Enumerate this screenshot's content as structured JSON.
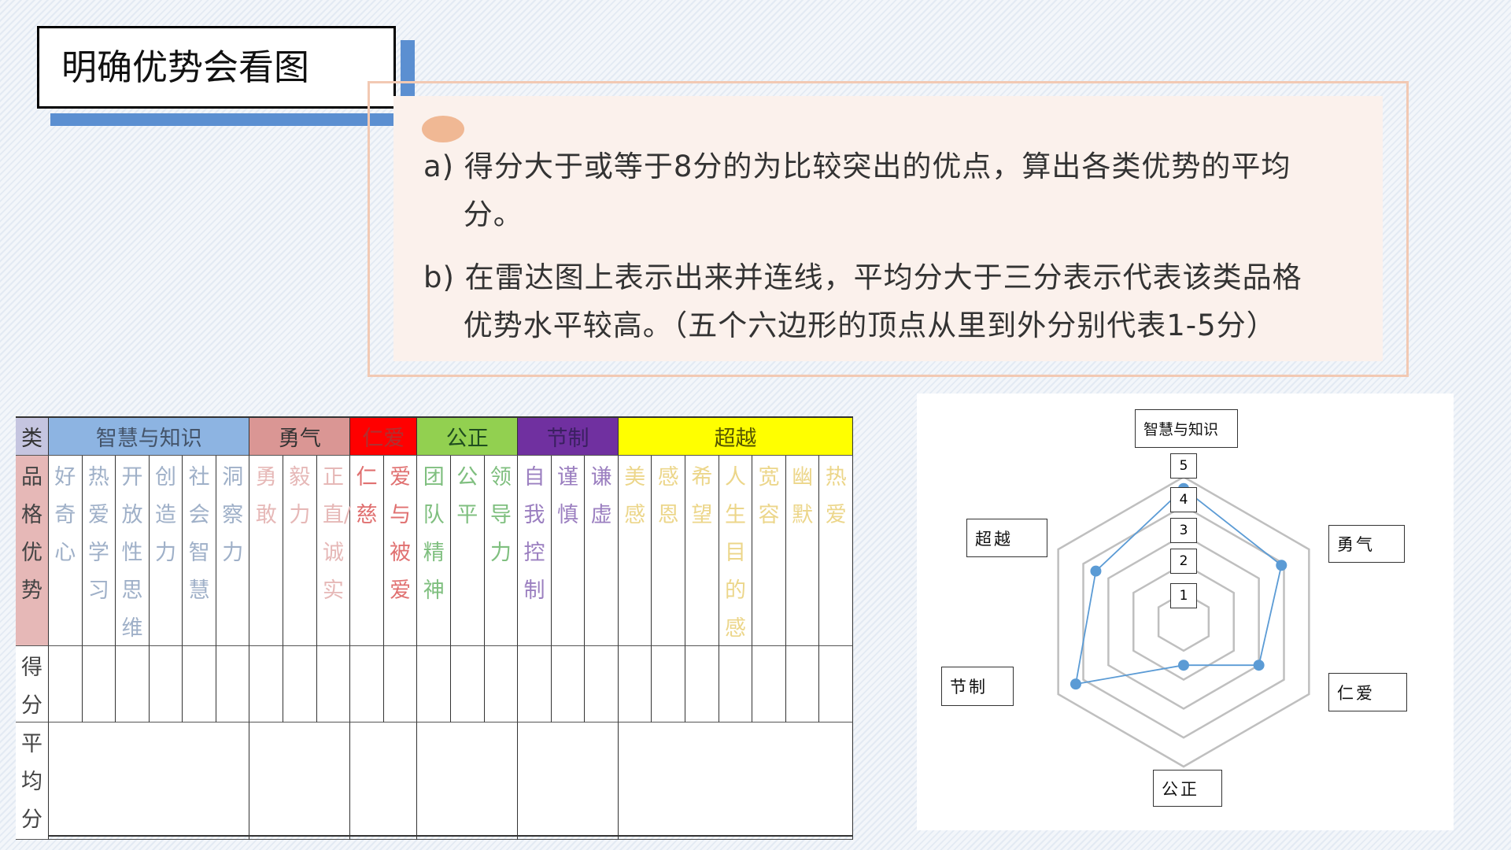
{
  "title": "明确优势会看图",
  "notes": [
    "a) 得分大于或等于8分的为比较突出的优点，算出各类优势的平均",
    "　 分。",
    "b) 在雷达图上表示出来并连线，平均分大于三分表示代表该类品格",
    "　 优势水平较高。（五个六边形的顶点从里到外分别代表1-5分）"
  ],
  "table": {
    "row_headers": {
      "category": "类",
      "traits": "品格优势",
      "score": "得分",
      "average": "平均分"
    },
    "categories": [
      {
        "name": "智慧与知识",
        "color": "#8db4e2",
        "text": "#44546a",
        "trait_color": "#9fb0c8",
        "traits": [
          "好奇心",
          "热爱学习",
          "开放性思维",
          "创造力",
          "社会智慧",
          "洞察力"
        ]
      },
      {
        "name": "勇气",
        "color": "#da9694",
        "text": "#333333",
        "trait_color": "#e6b8b7",
        "traits": [
          "勇敢",
          "毅力",
          "正直/诚实"
        ]
      },
      {
        "name": "仁爱",
        "color": "#ff0000",
        "text": "#b03030",
        "trait_color": "#e07070",
        "traits": [
          "仁慈",
          "爱与被爱"
        ]
      },
      {
        "name": "公正",
        "color": "#92d050",
        "text": "#1f4d1f",
        "trait_color": "#7fbf7f",
        "traits": [
          "团队精神",
          "公平",
          "领导力"
        ]
      },
      {
        "name": "节制",
        "color": "#7030a0",
        "text": "#3a2060",
        "trait_color": "#9b7fc0",
        "traits": [
          "自我控制",
          "谨慎",
          "谦虚"
        ]
      },
      {
        "name": "超越",
        "color": "#ffff00",
        "text": "#555500",
        "trait_color": "#ecd68a",
        "traits": [
          "美感",
          "感恩",
          "希望",
          "人生目的感",
          "宽容",
          "幽默",
          "热爱"
        ]
      }
    ]
  },
  "chart_data": {
    "type": "radar",
    "axes": [
      "智慧与知识",
      "勇气",
      "仁爱",
      "公正",
      "节制",
      "超越"
    ],
    "ticks": [
      "1",
      "2",
      "3",
      "4",
      "5"
    ],
    "range": [
      0,
      5
    ],
    "series": [
      {
        "name": "平均分",
        "values": [
          4.6,
          3.9,
          3.0,
          1.5,
          4.3,
          3.5
        ],
        "color": "#5b9bd5"
      }
    ],
    "grid_color": "#bfbfbf"
  }
}
